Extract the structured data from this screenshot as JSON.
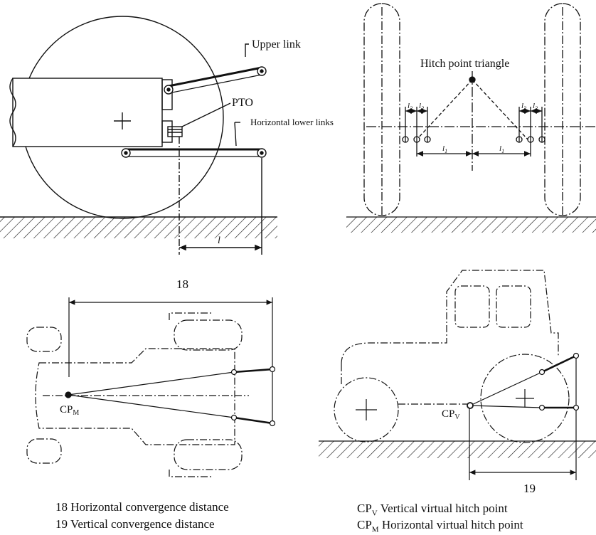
{
  "labels": {
    "upper_link": "Upper link",
    "pto": "PTO",
    "horizontal_lower_links": "Horizontal lower links",
    "hitch_point_triangle": "Hitch point triangle",
    "l": "l",
    "l1": "l",
    "l1_sub": "1",
    "l2": "l",
    "l2_sub": "2",
    "dim_18": "18",
    "dim_19": "19",
    "cpm_base": "CP",
    "cpm_sub": "M",
    "cpv_base": "CP",
    "cpv_sub": "V"
  },
  "legend": {
    "item_18": "18 Horizontal convergence distance",
    "item_19": "19 Vertical convergence distance",
    "cpv_base": "CP",
    "cpv_sub": "V",
    "cpv_text": " Vertical virtual hitch point",
    "cpm_base": "CP",
    "cpm_sub": "M",
    "cpm_text": " Horizontal virtual hitch point"
  },
  "colors": {
    "line": "#111111",
    "background": "#ffffff"
  }
}
